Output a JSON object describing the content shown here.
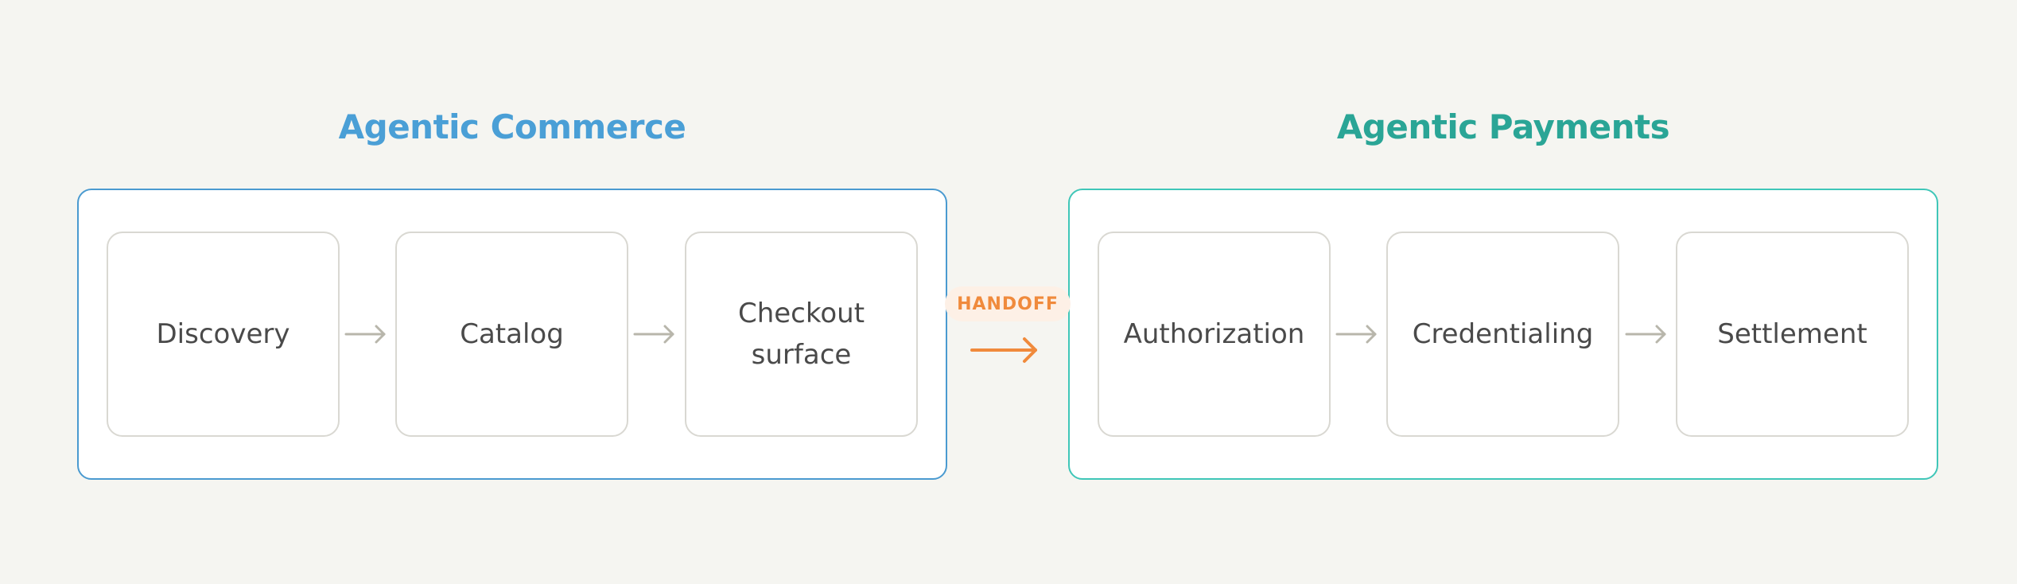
{
  "groups": {
    "commerce": {
      "title": "Agentic Commerce",
      "color": "#4a9fd6",
      "border_color": "#4a9ad0",
      "stages": [
        "Discovery",
        "Catalog",
        "Checkout\nsurface"
      ]
    },
    "payments": {
      "title": "Agentic Payments",
      "color": "#2aa596",
      "border_color": "#3fc6b8",
      "stages": [
        "Authorization",
        "Credentialing",
        "Settlement"
      ]
    }
  },
  "handoff": {
    "label": "HANDOFF",
    "color": "#f08a3c",
    "icon": "arrow-right-icon"
  },
  "connector": {
    "color": "#b8b6ab",
    "icon": "arrow-right-icon"
  }
}
